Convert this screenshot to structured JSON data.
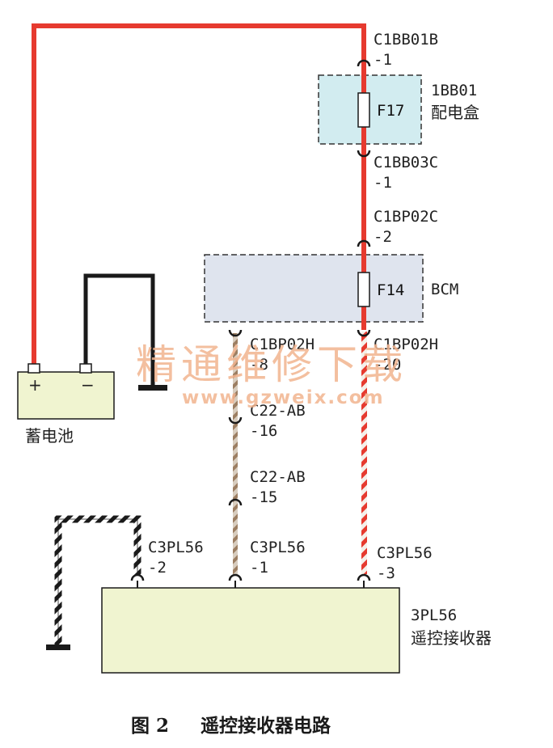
{
  "colors": {
    "red_wire": "#e63a2f",
    "black_wire": "#1a1a1a",
    "tan_wire": "#b99a7c",
    "module_fill": "#f0f4d0",
    "fusebox_fill": "#d2ecf0",
    "bcm_fill": "#dfe4ee",
    "watermark": "#f2b48f"
  },
  "battery": {
    "label": "蓄电池",
    "plus": "+",
    "minus": "−"
  },
  "fuse_box": {
    "code": "1BB01",
    "name": "配电盒",
    "fuse": "F17"
  },
  "bcm": {
    "name": "BCM",
    "fuse": "F14"
  },
  "receiver": {
    "code": "3PL56",
    "name": "遥控接收器"
  },
  "connectors": {
    "c1bb01b": {
      "name": "C1BB01B",
      "pin": "-1"
    },
    "c1bb03c": {
      "name": "C1BB03C",
      "pin": "-1"
    },
    "c1bp02c": {
      "name": "C1BP02C",
      "pin": "-2"
    },
    "c1bp02h_left": {
      "name": "C1BP02H",
      "pin": "-8"
    },
    "c1bp02h_right": {
      "name": "C1BP02H",
      "pin": "-20"
    },
    "c22ab_16": {
      "name": "C22-AB",
      "pin": "-16"
    },
    "c22ab_15": {
      "name": "C22-AB",
      "pin": "-15"
    },
    "c3pl56_2": {
      "name": "C3PL56",
      "pin": "-2"
    },
    "c3pl56_1": {
      "name": "C3PL56",
      "pin": "-1"
    },
    "c3pl56_3": {
      "name": "C3PL56",
      "pin": "-3"
    }
  },
  "watermark": {
    "title": "精通维修下载",
    "url": "www.gzweix.com"
  },
  "caption": {
    "figure": "图 2",
    "title": "遥控接收器电路"
  }
}
